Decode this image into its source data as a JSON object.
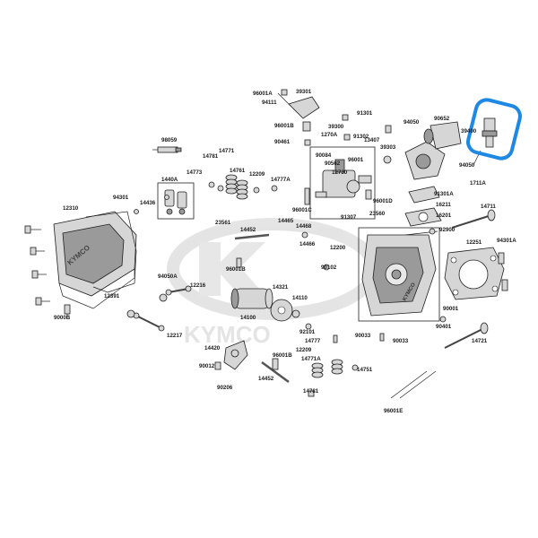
{
  "watermark": {
    "brand_text": "KYMCO",
    "color": "#c9c9c9"
  },
  "highlight": {
    "color": "#1e88e5",
    "target_part": "39400"
  },
  "part_labels": [
    "96001A",
    "39301",
    "94111",
    "91301",
    "96001B",
    "39300",
    "90461",
    "91302",
    "94050",
    "90652",
    "39400",
    "98059",
    "1270A",
    "13407",
    "39303",
    "90084",
    "90562",
    "96001",
    "12730",
    "94050",
    "14781",
    "14771",
    "14773",
    "14761",
    "12209",
    "14777A",
    "1440A",
    "96001D",
    "91301A",
    "1711A",
    "16211",
    "16201",
    "14711",
    "94301",
    "14436",
    "91307",
    "96001C",
    "23560",
    "12310",
    "23561",
    "14465",
    "14468",
    "14452",
    "14466",
    "12200",
    "92900",
    "12251",
    "94301A",
    "96001B",
    "90102",
    "94050A",
    "12216",
    "14321",
    "14110",
    "12391",
    "9000B",
    "12217",
    "14100",
    "92101",
    "90001",
    "90401",
    "90033",
    "90033",
    "14777",
    "12209",
    "14420",
    "96001B",
    "14771A",
    "14751",
    "14721",
    "90012",
    "90206",
    "14452",
    "14781",
    "96001E"
  ]
}
